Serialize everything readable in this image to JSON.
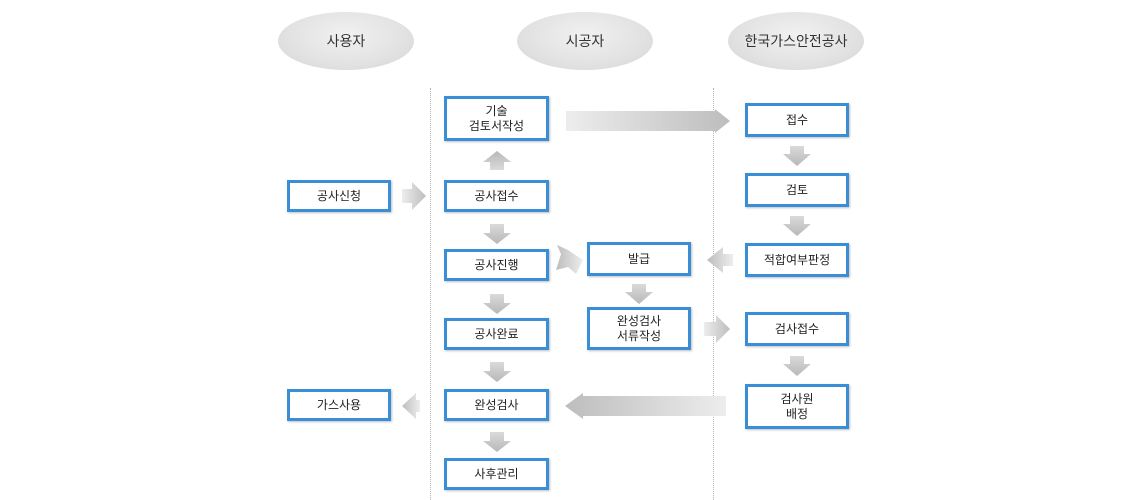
{
  "headers": {
    "user": "사용자",
    "contractor": "시공자",
    "kgs": "한국가스안전공사"
  },
  "boxes": {
    "tech_review": [
      "기술",
      "검토서작성"
    ],
    "receipt": "공사접수",
    "progress": "공사진행",
    "complete": "공사완료",
    "inspection": "완성검사",
    "aftercare": "사후관리",
    "apply": "공사신청",
    "gas_use": "가스사용",
    "issue": "발급",
    "docs": [
      "완성검사",
      "서류작성"
    ],
    "kgs_receipt": "접수",
    "kgs_review": "검토",
    "kgs_judge": "적합여부판정",
    "kgs_insp_receipt": "검사접수",
    "kgs_assign": [
      "검사원",
      "배정"
    ]
  },
  "colors": {
    "box_border": "#3a8ed6",
    "arrow": "#c8c8c8",
    "header_fill": "#e2e2e2"
  }
}
